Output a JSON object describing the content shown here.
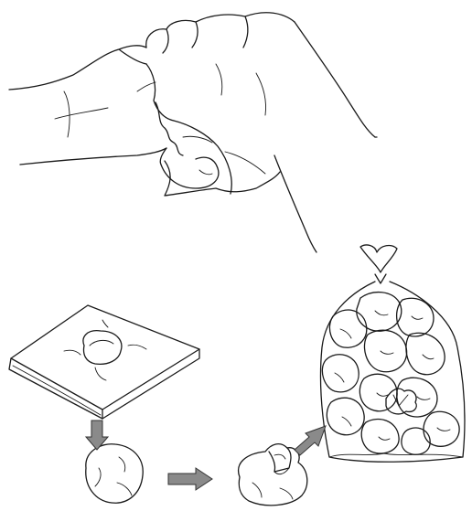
{
  "figure": {
    "background": "#ffffff",
    "ink_color": "#1a1a1a",
    "arrow_fill": "#8a8a8a",
    "steps": [
      "hands-tearing-paper",
      "flat-square-with-thumb-press",
      "rolled-ball",
      "twisted-ball",
      "mesh-bag-of-balls"
    ],
    "arrows": [
      "down-arrow-icon",
      "right-arrow-icon",
      "up-right-arrow-icon"
    ]
  }
}
